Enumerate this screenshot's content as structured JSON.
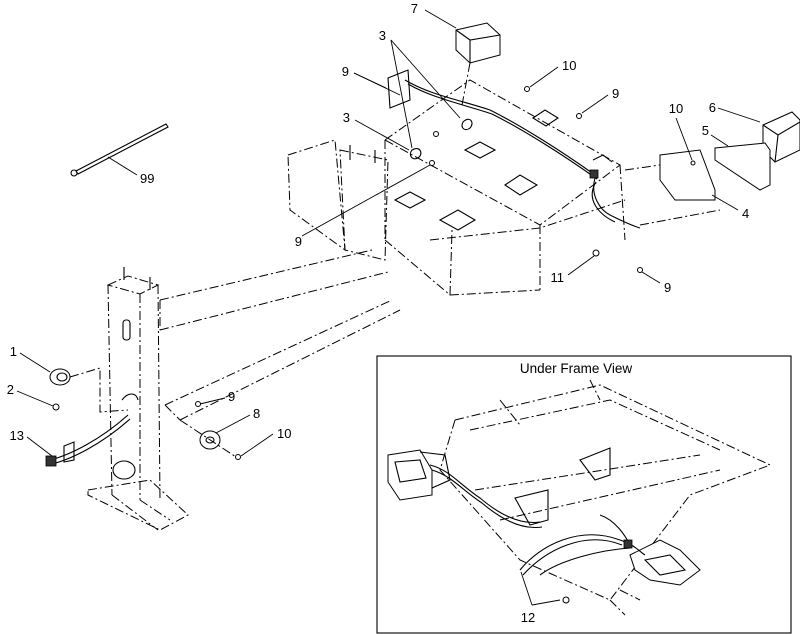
{
  "inset": {
    "title": "Under Frame View"
  },
  "callouts": {
    "c1": "1",
    "c2": "2",
    "c3a": "3",
    "c3b": "3",
    "c4": "4",
    "c5": "5",
    "c6": "6",
    "c7": "7",
    "c8": "8",
    "c9a": "9",
    "c9b": "9",
    "c9c": "9",
    "c9d": "9",
    "c9e": "9",
    "c10a": "10",
    "c10b": "10",
    "c10c": "10",
    "c11": "11",
    "c12": "12",
    "c13": "13",
    "c99": "99"
  }
}
